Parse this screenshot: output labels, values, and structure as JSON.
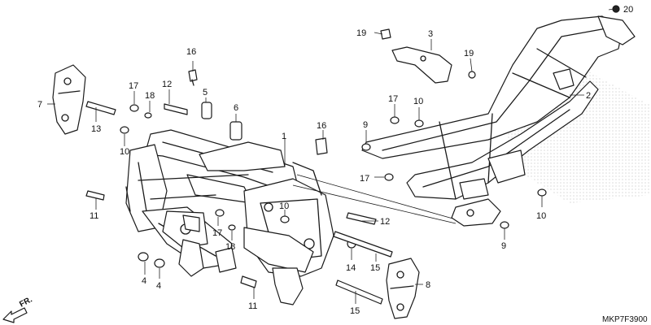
{
  "diagram": {
    "code": "MKP7F3900",
    "direction_label": "FR.",
    "callouts": [
      {
        "id": "1",
        "label": "1"
      },
      {
        "id": "2",
        "label": "2"
      },
      {
        "id": "3",
        "label": "3"
      },
      {
        "id": "4a",
        "label": "4"
      },
      {
        "id": "4b",
        "label": "4"
      },
      {
        "id": "5",
        "label": "5"
      },
      {
        "id": "6",
        "label": "6"
      },
      {
        "id": "7",
        "label": "7"
      },
      {
        "id": "8",
        "label": "8"
      },
      {
        "id": "9a",
        "label": "9"
      },
      {
        "id": "9b",
        "label": "9"
      },
      {
        "id": "10a",
        "label": "10"
      },
      {
        "id": "10b",
        "label": "10"
      },
      {
        "id": "10c",
        "label": "10"
      },
      {
        "id": "10d",
        "label": "10"
      },
      {
        "id": "11a",
        "label": "11"
      },
      {
        "id": "11b",
        "label": "11"
      },
      {
        "id": "12a",
        "label": "12"
      },
      {
        "id": "12b",
        "label": "12"
      },
      {
        "id": "13",
        "label": "13"
      },
      {
        "id": "14",
        "label": "14"
      },
      {
        "id": "15a",
        "label": "15"
      },
      {
        "id": "15b",
        "label": "15"
      },
      {
        "id": "16a",
        "label": "16"
      },
      {
        "id": "16b",
        "label": "16"
      },
      {
        "id": "17a",
        "label": "17"
      },
      {
        "id": "17b",
        "label": "17"
      },
      {
        "id": "17c",
        "label": "17"
      },
      {
        "id": "17d",
        "label": "17"
      },
      {
        "id": "18a",
        "label": "18"
      },
      {
        "id": "18b",
        "label": "18"
      },
      {
        "id": "19a",
        "label": "19"
      },
      {
        "id": "19b",
        "label": "19"
      },
      {
        "id": "20",
        "label": "20"
      }
    ]
  }
}
